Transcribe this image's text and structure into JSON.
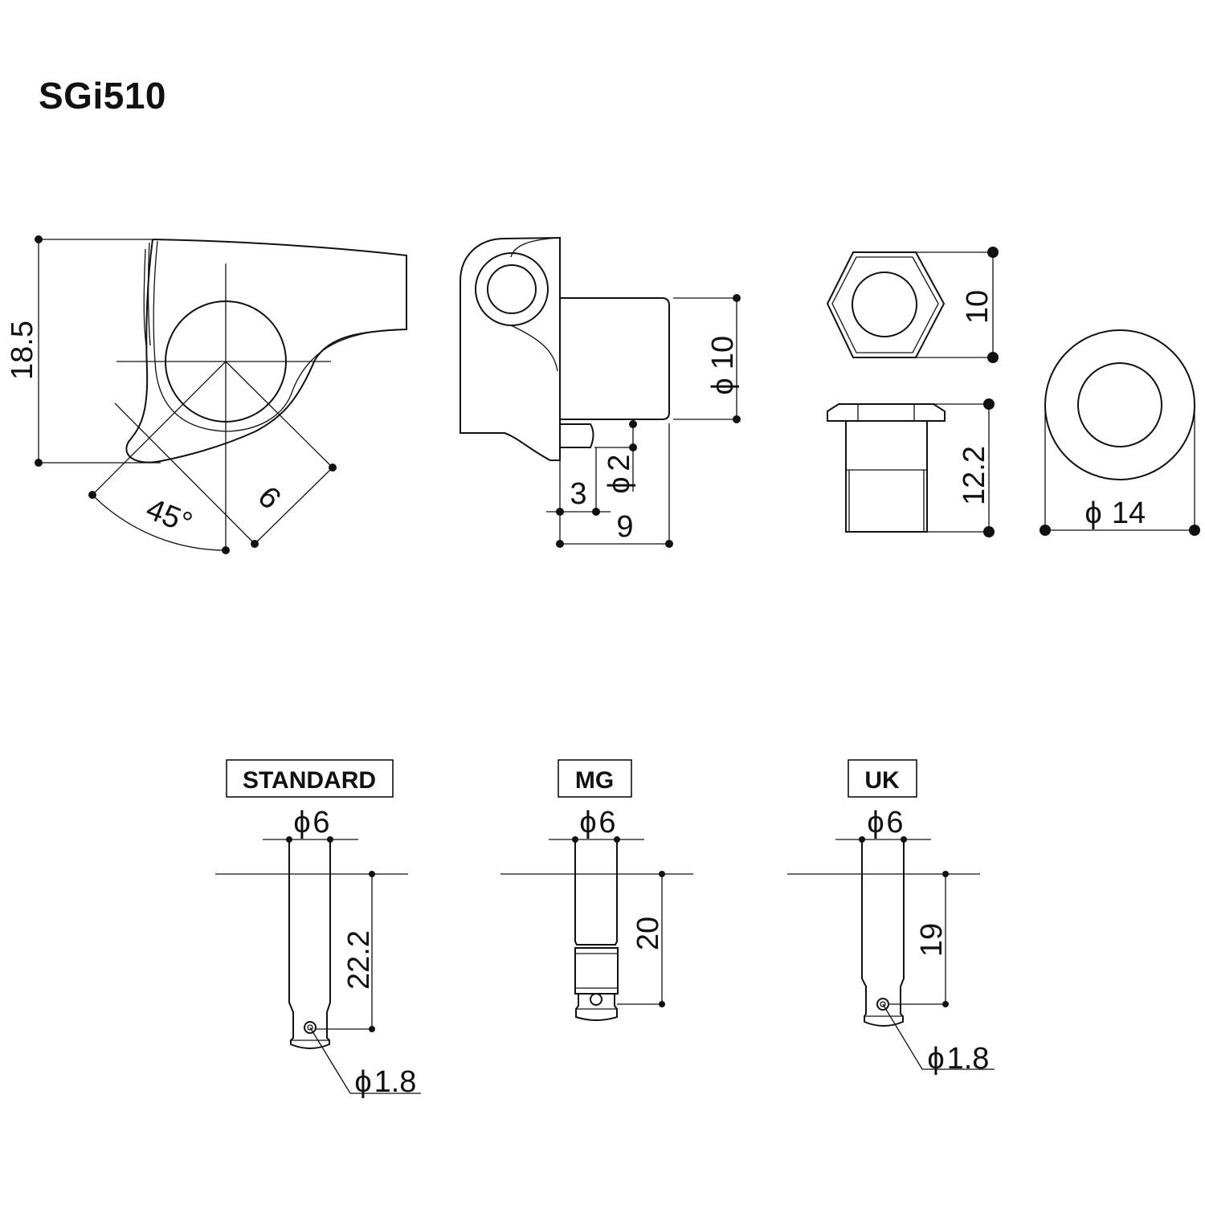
{
  "title": "SGi510",
  "dimensions": {
    "body_height": "18.5",
    "angle": "45°",
    "button_offset": "9",
    "post_diameter": "10",
    "pin_diameter": "2",
    "pin_offset": "3",
    "post_length": "9",
    "nut_width": "10",
    "bushing_height": "12.2",
    "washer_diameter": "14"
  },
  "variants": [
    {
      "label": "STANDARD",
      "shaft_diameter": "6",
      "height": "22.2",
      "hole_diameter": "1.8"
    },
    {
      "label": "MG",
      "shaft_diameter": "6",
      "height": "20"
    },
    {
      "label": "UK",
      "shaft_diameter": "6",
      "height": "19",
      "hole_diameter": "1.8"
    }
  ]
}
